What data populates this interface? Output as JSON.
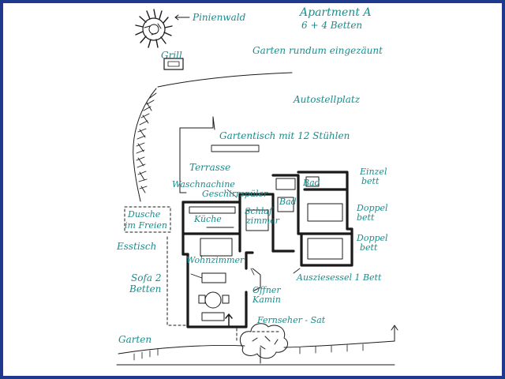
{
  "title": "Apartment A",
  "subtitle": "6 + 4 Betten",
  "labels": {
    "pinienwald": "Pinienwald",
    "grill": "Grill",
    "garten_rundum": "Garten rundum eingezäunt",
    "autostellplatz": "Autostellplatz",
    "gartentisch": "Gartentisch mit 12 Stühlen",
    "terrasse": "Terrasse",
    "waschmaschine": "Waschnachine",
    "geschirrspueler": "Geschirrspüler",
    "einzelbett_1": "Einzel",
    "einzelbett_2": "bett",
    "bad_oben": "Bad",
    "bad": "Bad",
    "dusche_1": "Dusche",
    "dusche_2": "im Freien",
    "kueche": "Küche",
    "schlafzimmer_1": "Schlaf",
    "schlafzimmer_2": "zimmer",
    "doppelbett1_1": "Doppel",
    "doppelbett1_2": "bett",
    "doppelbett2_1": "Doppel",
    "doppelbett2_2": "bett",
    "esstisch": "Esstisch",
    "wohnzimmer": "Wohnzimmer",
    "sofa_1": "Sofa 2",
    "sofa_2": "Betten",
    "ausziehsessel": "Ausziesessel 1 Bett",
    "kamin_1": "Offner",
    "kamin_2": "Kamin",
    "fernseher": "Fernseher - Sat",
    "garten": "Garten"
  },
  "colors": {
    "border": "#1f3a8c",
    "paper": "#ffffff",
    "label": "#1a8c8c",
    "ink": "#1a1a1a"
  }
}
